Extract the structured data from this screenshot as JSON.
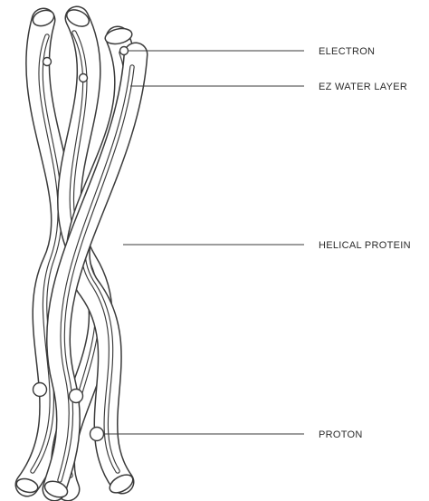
{
  "labels": {
    "electron": "ELECTRON",
    "ez_water_layer": "EZ WATER LAYER",
    "helical_protein": "HELICAL PROTEIN",
    "proton": "PROTON"
  },
  "colors": {
    "line": "#3a3a3a",
    "fill": "#ffffff",
    "text": "#2b2b2b"
  }
}
